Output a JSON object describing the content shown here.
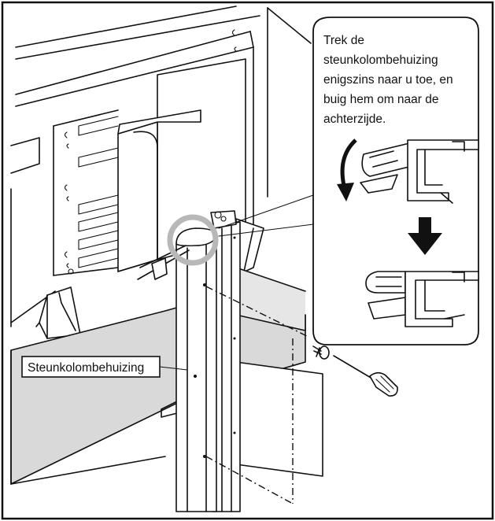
{
  "callout": {
    "lines": [
      "Trek de",
      "steunkolombehuizing",
      "enigszins naar u toe, en",
      "buig hem om naar de",
      "achterzijde."
    ]
  },
  "label": {
    "part_name": "Steunkolombehuizing"
  },
  "colors": {
    "line": "#111111",
    "shade": "#d9d9d9",
    "highlight_ring": "#b8b8b8",
    "background": "#ffffff"
  },
  "icons": {
    "rotate_arrow": "curved-arrow-down-icon",
    "down_arrow": "down-arrow-icon",
    "tool": "screwdriver-icon",
    "fastener": "screw-icon"
  }
}
